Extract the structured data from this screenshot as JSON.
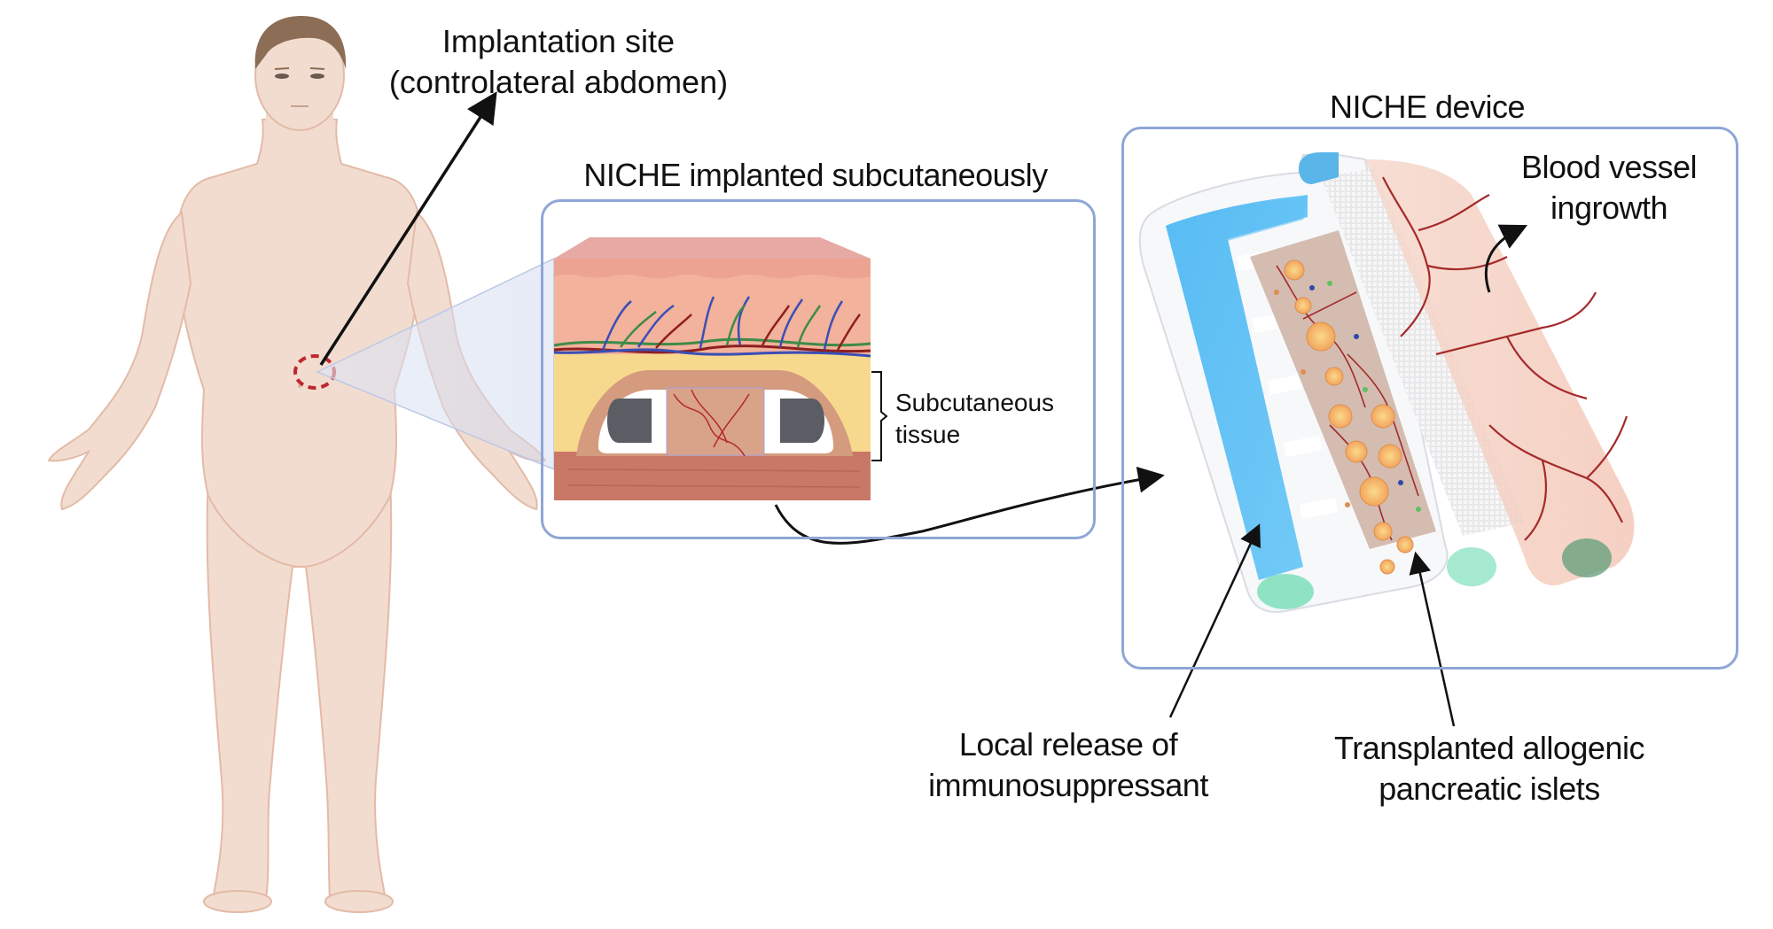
{
  "figure": {
    "title_labels": {
      "implantation_site": [
        "Implantation site",
        "(controlateral abdomen)"
      ],
      "niche_implanted": "NICHE implanted subcutaneously",
      "niche_device": "NICHE device"
    },
    "annotations": {
      "subcutaneous_tissue": [
        "Subcutaneous",
        "tissue"
      ],
      "blood_vessel_ingrowth": [
        "Blood vessel",
        "ingrowth"
      ],
      "local_release": [
        "Local release of",
        "immunosuppressant"
      ],
      "transplanted_islets": [
        "Transplanted allogenic",
        "pancreatic islets"
      ]
    },
    "colors": {
      "panel_border": "#8fa6d6",
      "skin_body": "#f2dcd0",
      "skin_outline": "#e3bba7",
      "hair": "#8c6d55",
      "implant_marker": "#c0272d",
      "epidermis": "#e8a99a",
      "dermis": "#f1b19b",
      "fat": "#f7d98e",
      "muscle": "#c97867",
      "vein": "#3a4fb5",
      "artery": "#8e1f1f",
      "lymph": "#3d8b47",
      "reservoir_blue": "#6ec9f7",
      "device_white": "#f7f8fa",
      "port_green": "#8fe3c4",
      "vessel_red": "#a52a2a",
      "islet_yellow": "#f6c36c"
    },
    "icons": [
      "human-body-illustration",
      "skin-cross-section-illustration",
      "niche-device-illustration",
      "pointer-arrow"
    ]
  }
}
